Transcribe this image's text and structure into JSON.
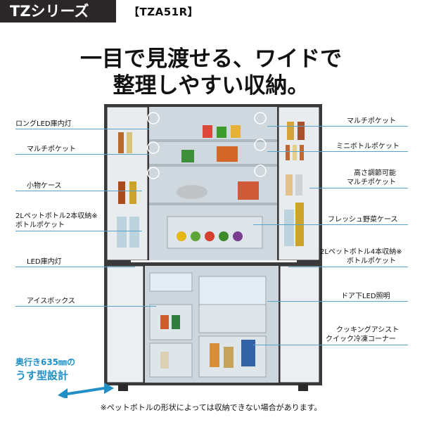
{
  "header": {
    "series": "TZシリーズ",
    "model": "【TZA51R】"
  },
  "headline": {
    "line1": "一目で見渡せる、ワイドで",
    "line2": "整理しやすい収納。"
  },
  "labels_left": [
    "ロングLED庫内灯",
    "マルチポケット",
    "小物ケース",
    "2Lペットボトル2本収納※",
    "ボトルポケット",
    "LED庫内灯",
    "アイスボックス"
  ],
  "labels_right": [
    "マルチポケット",
    "ミニボトルポケット",
    "高さ調節可能",
    "マルチポケット",
    "フレッシュ野菜ケース",
    "2Lペットボトル4本収納※",
    "ボトルポケット",
    "ドア下LED照明",
    "クッキングアシスト",
    "クイック冷凍コーナー"
  ],
  "slim": {
    "line1": "奥行き635㎜の",
    "line2": "うす型設計"
  },
  "footnote": "※ペットボトルの形状によっては収納できない場合があります。",
  "colors": {
    "accent_line": "#5aa3c8",
    "slim_blue": "#1f8fc6",
    "tab_bg": "#2b2627"
  }
}
